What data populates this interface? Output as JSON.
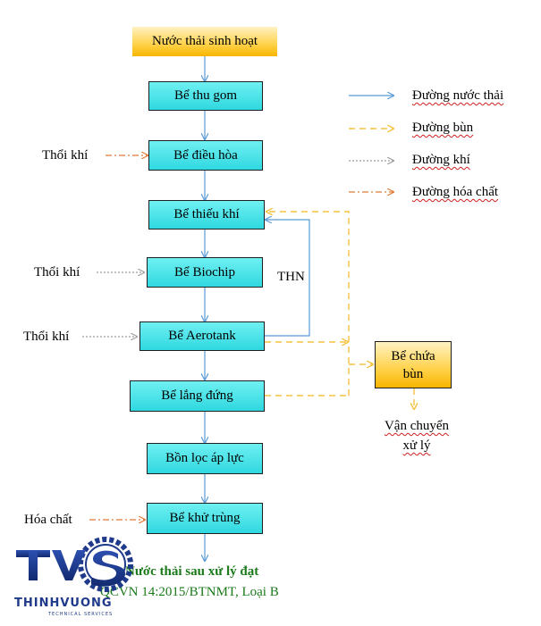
{
  "flow": {
    "source": "Nước thải sinh hoạt",
    "tanks": [
      "Bể thu gom",
      "Bể điều hòa",
      "Bể thiếu khí",
      "Bể Biochip",
      "Bể Aerotank",
      "Bể lắng đứng",
      "Bồn lọc áp lực",
      "Bể khử trùng"
    ],
    "sludge_tank": [
      "Bể chứa",
      "bùn"
    ],
    "sludge_out": [
      "Vận chuyển",
      "xử lý"
    ],
    "return_label": "THN",
    "inputs": {
      "dieu_hoa": "Thổi khí",
      "biochip": "Thổi khí",
      "aerotank": "Thổi khí",
      "khu_trung": "Hóa chất"
    },
    "result": [
      "Nước thải sau xử lý đạt",
      "QCVN 14:2015/BTNMT, Loại B"
    ]
  },
  "legend": [
    {
      "label": "Đường nước thải",
      "style": "solid",
      "color": "#5b9bd5"
    },
    {
      "label": "Đường bùn",
      "style": "dashed",
      "color": "#f5c242"
    },
    {
      "label": "Đường khí",
      "style": "dotted",
      "color": "#9e9e9e"
    },
    {
      "label": "Đường hóa chất",
      "style": "dashdot",
      "color": "#e07b39"
    }
  ],
  "logo": {
    "mark": "TVS",
    "name": "THINHVUONG",
    "tagline": "TECHNICAL SERVICES"
  },
  "colors": {
    "tank_fill": "#3ee0e6",
    "sludge_fill": "#ffc000",
    "water_line": "#5b9bd5",
    "sludge_line": "#f5c242",
    "air_line": "#9e9e9e",
    "chem_line": "#e07b39",
    "result_text": "#1a7a1a",
    "logo_blue": "#1f3a8a"
  }
}
